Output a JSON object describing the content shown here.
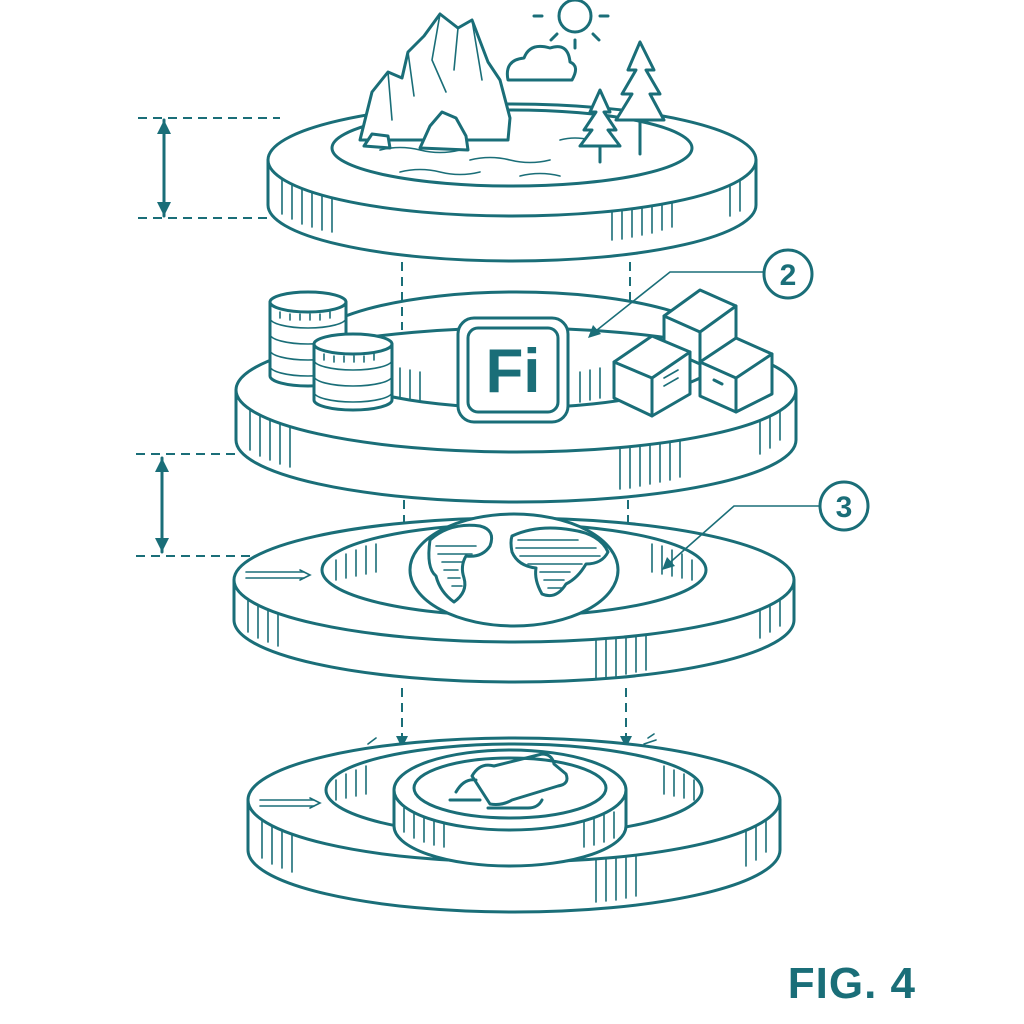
{
  "figure": {
    "label": "FIG. 4",
    "ink_color": "#1a6e78"
  },
  "callouts": [
    {
      "number": "2"
    },
    {
      "number": "3"
    }
  ],
  "layers": [
    {
      "icon": "landscape-icon"
    },
    {
      "icon": "fi-logo-icon",
      "logo_text": "Fi",
      "side_icons": [
        "coin-stack-icon",
        "cube-boxes-icon"
      ]
    },
    {
      "icon": "globe-icon"
    },
    {
      "icon": "hand-coin-icon"
    }
  ]
}
